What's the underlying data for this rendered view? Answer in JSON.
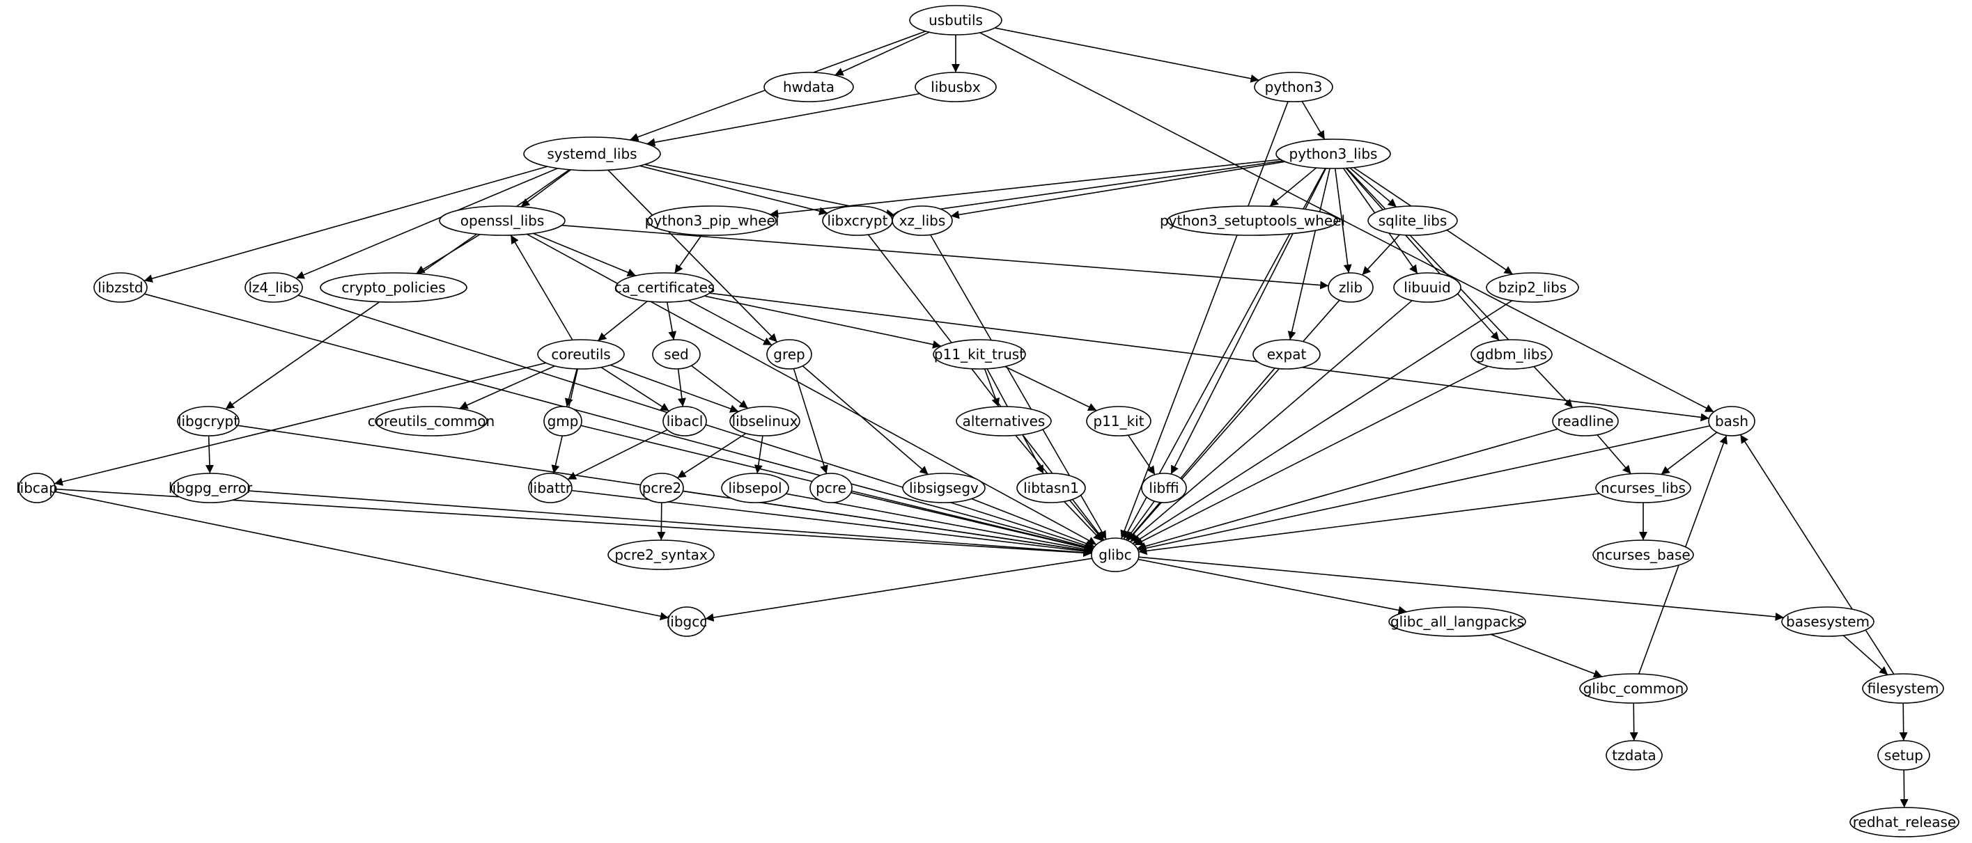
{
  "graph": {
    "type": "directed-dependency-graph",
    "nodes": [
      "usbutils",
      "hwdata",
      "libusbx",
      "python3",
      "systemd_libs",
      "python3_libs",
      "openssl_libs",
      "python3_pip_wheel",
      "libxcrypt",
      "xz_libs",
      "python3_setuptools_wheel",
      "sqlite_libs",
      "libzstd",
      "lz4_libs",
      "crypto_policies",
      "ca_certificates",
      "zlib",
      "libuuid",
      "bzip2_libs",
      "coreutils",
      "sed",
      "grep",
      "p11_kit_trust",
      "expat",
      "gdbm_libs",
      "libgcrypt",
      "coreutils_common",
      "gmp",
      "libacl",
      "libselinux",
      "alternatives",
      "p11_kit",
      "readline",
      "bash",
      "libcap",
      "libgpg_error",
      "libattr",
      "pcre2",
      "libsepol",
      "pcre",
      "libsigsegv",
      "libtasn1",
      "libffi",
      "ncurses_libs",
      "pcre2_syntax",
      "glibc",
      "ncurses_base",
      "libgcc",
      "glibc_all_langpacks",
      "basesystem",
      "glibc_common",
      "filesystem",
      "tzdata",
      "setup",
      "redhat_release"
    ],
    "edges": [
      [
        "usbutils",
        "hwdata"
      ],
      [
        "usbutils",
        "libusbx"
      ],
      [
        "usbutils",
        "systemd_libs"
      ],
      [
        "usbutils",
        "python3"
      ],
      [
        "usbutils",
        "bash"
      ],
      [
        "libusbx",
        "systemd_libs"
      ],
      [
        "python3",
        "python3_libs"
      ],
      [
        "python3",
        "glibc"
      ],
      [
        "systemd_libs",
        "libzstd"
      ],
      [
        "systemd_libs",
        "libgcrypt"
      ],
      [
        "systemd_libs",
        "lz4_libs"
      ],
      [
        "systemd_libs",
        "openssl_libs"
      ],
      [
        "systemd_libs",
        "grep"
      ],
      [
        "systemd_libs",
        "libxcrypt"
      ],
      [
        "systemd_libs",
        "xz_libs"
      ],
      [
        "python3_libs",
        "python3_pip_wheel"
      ],
      [
        "python3_libs",
        "libxcrypt"
      ],
      [
        "python3_libs",
        "xz_libs"
      ],
      [
        "python3_libs",
        "python3_setuptools_wheel"
      ],
      [
        "python3_libs",
        "sqlite_libs"
      ],
      [
        "python3_libs",
        "zlib"
      ],
      [
        "python3_libs",
        "expat"
      ],
      [
        "python3_libs",
        "libuuid"
      ],
      [
        "python3_libs",
        "gdbm_libs"
      ],
      [
        "python3_libs",
        "bzip2_libs"
      ],
      [
        "python3_libs",
        "readline"
      ],
      [
        "python3_libs",
        "libffi"
      ],
      [
        "python3_libs",
        "glibc"
      ],
      [
        "openssl_libs",
        "crypto_policies"
      ],
      [
        "openssl_libs",
        "ca_certificates"
      ],
      [
        "openssl_libs",
        "zlib"
      ],
      [
        "openssl_libs",
        "glibc"
      ],
      [
        "python3_pip_wheel",
        "ca_certificates"
      ],
      [
        "libxcrypt",
        "glibc"
      ],
      [
        "xz_libs",
        "glibc"
      ],
      [
        "sqlite_libs",
        "zlib"
      ],
      [
        "ca_certificates",
        "coreutils"
      ],
      [
        "ca_certificates",
        "sed"
      ],
      [
        "ca_certificates",
        "grep"
      ],
      [
        "ca_certificates",
        "p11_kit_trust"
      ],
      [
        "ca_certificates",
        "bash"
      ],
      [
        "coreutils",
        "openssl_libs"
      ],
      [
        "coreutils",
        "libcap"
      ],
      [
        "coreutils",
        "coreutils_common"
      ],
      [
        "coreutils",
        "gmp"
      ],
      [
        "coreutils",
        "libattr"
      ],
      [
        "coreutils",
        "libacl"
      ],
      [
        "coreutils",
        "libselinux"
      ],
      [
        "sed",
        "libacl"
      ],
      [
        "sed",
        "libselinux"
      ],
      [
        "grep",
        "pcre"
      ],
      [
        "grep",
        "libsigsegv"
      ],
      [
        "p11_kit_trust",
        "alternatives"
      ],
      [
        "p11_kit_trust",
        "p11_kit"
      ],
      [
        "p11_kit_trust",
        "libtasn1"
      ],
      [
        "libgcrypt",
        "libgpg_error"
      ],
      [
        "libgcrypt",
        "glibc"
      ],
      [
        "libacl",
        "libattr"
      ],
      [
        "libselinux",
        "pcre2"
      ],
      [
        "libselinux",
        "libsepol"
      ],
      [
        "p11_kit",
        "libffi"
      ],
      [
        "pcre2",
        "pcre2_syntax"
      ],
      [
        "readline",
        "ncurses_libs"
      ],
      [
        "readline",
        "glibc"
      ],
      [
        "bash",
        "ncurses_libs"
      ],
      [
        "bash",
        "glibc"
      ],
      [
        "ncurses_libs",
        "ncurses_base"
      ],
      [
        "ncurses_libs",
        "glibc"
      ],
      [
        "libzstd",
        "glibc"
      ],
      [
        "lz4_libs",
        "glibc"
      ],
      [
        "libcap",
        "glibc"
      ],
      [
        "libcap",
        "libgcc"
      ],
      [
        "libgpg_error",
        "glibc"
      ],
      [
        "gmp",
        "glibc"
      ],
      [
        "libattr",
        "glibc"
      ],
      [
        "pcre2",
        "glibc"
      ],
      [
        "libsepol",
        "glibc"
      ],
      [
        "pcre",
        "glibc"
      ],
      [
        "libsigsegv",
        "glibc"
      ],
      [
        "libtasn1",
        "glibc"
      ],
      [
        "libffi",
        "glibc"
      ],
      [
        "alternatives",
        "glibc"
      ],
      [
        "zlib",
        "glibc"
      ],
      [
        "expat",
        "glibc"
      ],
      [
        "libuuid",
        "glibc"
      ],
      [
        "gdbm_libs",
        "glibc"
      ],
      [
        "bzip2_libs",
        "glibc"
      ],
      [
        "glibc",
        "libgcc"
      ],
      [
        "glibc",
        "glibc_all_langpacks"
      ],
      [
        "glibc",
        "basesystem"
      ],
      [
        "glibc_all_langpacks",
        "glibc_common"
      ],
      [
        "glibc_common",
        "tzdata"
      ],
      [
        "glibc_common",
        "bash"
      ],
      [
        "basesystem",
        "filesystem"
      ],
      [
        "filesystem",
        "setup"
      ],
      [
        "filesystem",
        "bash"
      ],
      [
        "setup",
        "redhat_release"
      ]
    ]
  }
}
